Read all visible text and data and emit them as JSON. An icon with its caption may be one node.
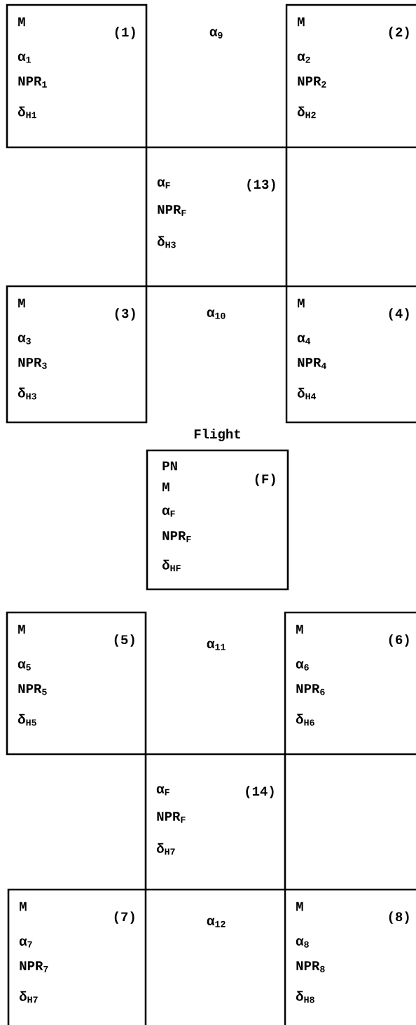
{
  "diagram": {
    "nodes": [
      {
        "text": [
          "M",
          "(1)",
          "α$_{1}$",
          "NPR$_{1}$",
          "δ$_{H1}$"
        ]
      },
      {
        "text": [
          "M",
          "(2)",
          "α$_{2}$",
          "NPR$_{2}$",
          "δ$_{H2}$"
        ]
      },
      {
        "text": [
          "α$_{F}$",
          "(13)",
          "NPR$_{F}$",
          "δ$_{H3}$"
        ]
      },
      {
        "text": [
          "M",
          "(3)",
          "α$_{3}$",
          "NPR$_{3}$",
          "δ$_{H3}$"
        ]
      },
      {
        "text": [
          "M",
          "(4)",
          "α$_{4}$",
          "NPR$_{4}$",
          "δ$_{H4}$"
        ]
      },
      {
        "text": [
          "Flight",
          "PN",
          "M",
          "(F)",
          "α$_{F}$",
          "NPR$_{F}$",
          "δ$_{HF}$"
        ]
      },
      {
        "text": [
          "M",
          "(5)",
          "α$_{5}$",
          "NPR$_{5}$",
          "δ$_{H5}$"
        ]
      },
      {
        "text": [
          "M",
          "(6)",
          "α$_{6}$",
          "NPR$_{6}$",
          "δ$_{H6}$"
        ]
      },
      {
        "text": [
          "α$_{F}$",
          "(14)",
          "NPR$_{F}$",
          "δ$_{H7}$"
        ]
      },
      {
        "text": [
          "M",
          "(7)",
          "α$_{7}$",
          "NPR$_{7}$",
          "δ$_{H7}$"
        ]
      },
      {
        "text": [
          "M",
          "(8)",
          "α$_{8}$",
          "NPR$_{8}$",
          "δ$_{H8}$"
        ]
      }
    ],
    "labels": [
      "α$_{9}$",
      "α$_{10}$",
      "α$_{11}$",
      "α$_{12}$"
    ]
  }
}
